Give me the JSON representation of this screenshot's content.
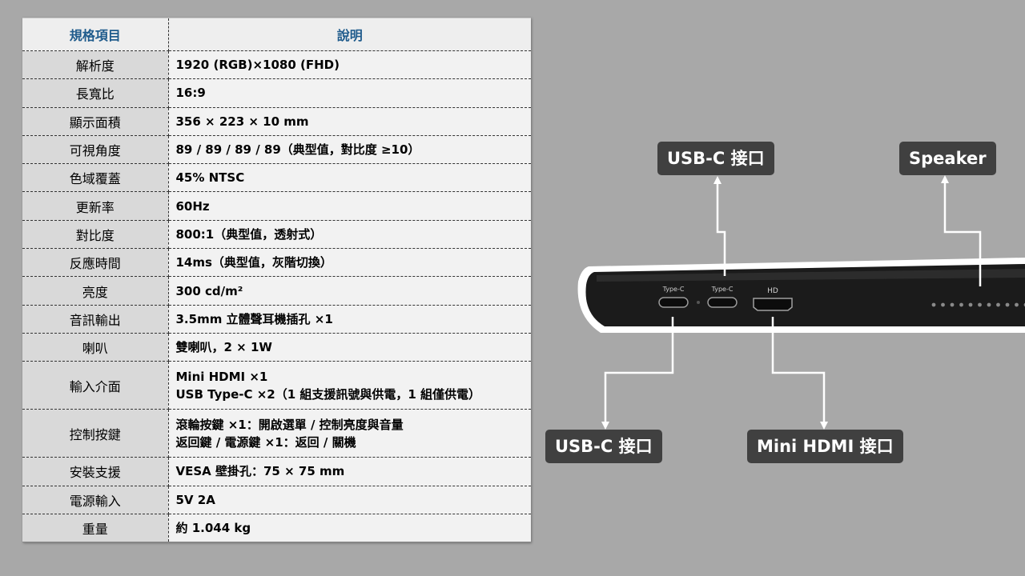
{
  "table": {
    "header": {
      "key": "規格項目",
      "value": "說明"
    },
    "rows": [
      {
        "key": "解析度",
        "lines": [
          "1920 (RGB)×1080 (FHD)"
        ]
      },
      {
        "key": "長寬比",
        "lines": [
          "16:9"
        ]
      },
      {
        "key": "顯示面積",
        "lines": [
          "356 × 223 × 10 mm"
        ]
      },
      {
        "key": "可視角度",
        "lines": [
          "89 / 89 / 89 / 89（典型值，對比度 ≥10）"
        ]
      },
      {
        "key": "色域覆蓋",
        "lines": [
          "45% NTSC"
        ]
      },
      {
        "key": "更新率",
        "lines": [
          "60Hz"
        ]
      },
      {
        "key": "對比度",
        "lines": [
          "800:1（典型值，透射式）"
        ]
      },
      {
        "key": "反應時間",
        "lines": [
          "14ms（典型值，灰階切換）"
        ]
      },
      {
        "key": "亮度",
        "lines": [
          "300 cd/m²"
        ]
      },
      {
        "key": "音訊輸出",
        "lines": [
          "3.5mm 立體聲耳機插孔 ×1"
        ]
      },
      {
        "key": "喇叭",
        "lines": [
          "雙喇叭，2 × 1W"
        ]
      },
      {
        "key": "輸入介面",
        "lines": [
          "Mini HDMI ×1",
          "USB Type-C ×2（1 組支援訊號與供電，1 組僅供電）"
        ]
      },
      {
        "key": "控制按鍵",
        "lines": [
          "滾輪按鍵 ×1：開啟選單 / 控制亮度與音量",
          "返回鍵 / 電源鍵 ×1：返回 / 關機"
        ]
      },
      {
        "key": "安裝支援",
        "lines": [
          "VESA 壁掛孔：75 × 75 mm"
        ]
      },
      {
        "key": "電源輸入",
        "lines": [
          "5V 2A"
        ]
      },
      {
        "key": "重量",
        "lines": [
          "約 1.044 kg"
        ]
      }
    ]
  },
  "device": {
    "port_labels": {
      "typec_1": "Type-C",
      "typec_2": "Type-C",
      "hdmi": "HD"
    }
  },
  "callouts": {
    "usbc_top": "USB-C 接口",
    "speaker": "Speaker",
    "usbc_bottom": "USB-C 接口",
    "mini_hdmi": "Mini HDMI 接口"
  },
  "colors": {
    "background": "#a8a8a8",
    "header_text": "#1f5b8c",
    "callout_bg": "#404040"
  }
}
